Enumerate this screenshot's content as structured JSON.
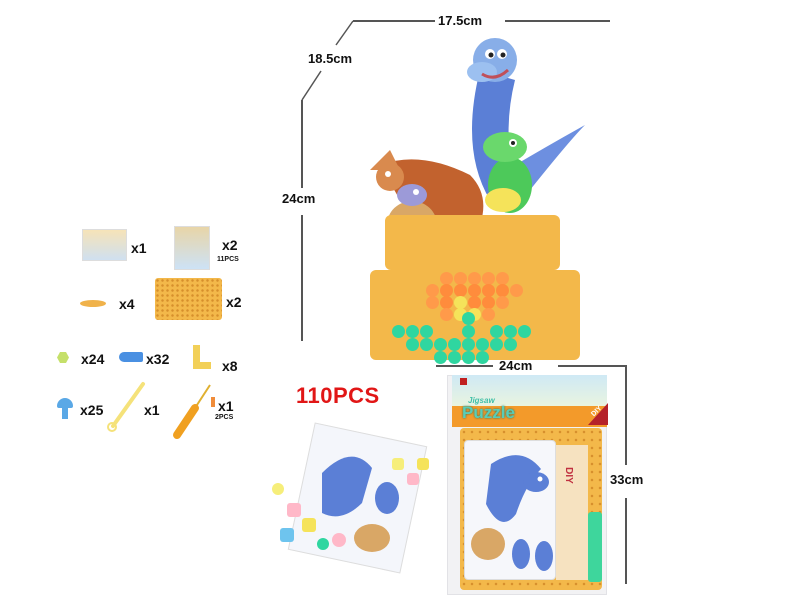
{
  "dimensions": {
    "width_top": "17.5cm",
    "depth": "18.5cm",
    "height": "24cm",
    "package_width": "24cm",
    "package_height": "33cm"
  },
  "piece_count": "110PCS",
  "parts": [
    {
      "name": "instruction-card",
      "qty": "x1"
    },
    {
      "name": "dinosaur-puzzle-sheet",
      "qty": "x2",
      "note": "11PCS"
    },
    {
      "name": "board-foot",
      "qty": "x4"
    },
    {
      "name": "pegboard",
      "qty": "x2"
    },
    {
      "name": "nut",
      "qty": "x24"
    },
    {
      "name": "screw",
      "qty": "x32"
    },
    {
      "name": "l-bracket",
      "qty": "x8"
    },
    {
      "name": "mushroom-peg",
      "qty": "x25"
    },
    {
      "name": "wrench",
      "qty": "x1"
    },
    {
      "name": "screwdriver",
      "qty": "x1",
      "note": "2PCS"
    }
  ],
  "package": {
    "brand_title_top": "Jigsaw",
    "brand_title_main": "Puzzle",
    "corner_badge": "DIY",
    "inner_label": "DIY"
  },
  "colors": {
    "accent_red": "#e11616",
    "board_yellow": "#f3b84a",
    "ball_orange": "#ff9a4a",
    "ball_green": "#2fd6a0",
    "ball_yellow": "#f5e35a",
    "dino_blue": "#5b7fd6",
    "dim_line": "#555555"
  }
}
